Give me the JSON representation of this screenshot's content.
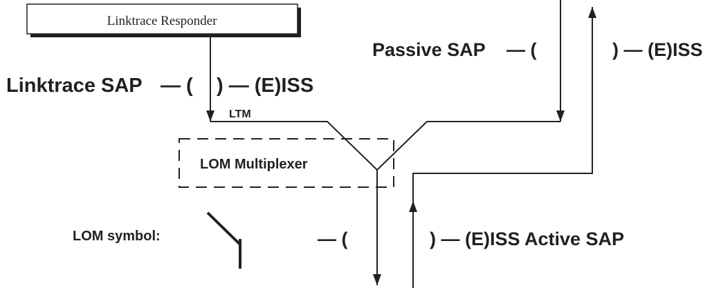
{
  "responder": {
    "label": "Linktrace Responder"
  },
  "passive": {
    "name": "Passive SAP",
    "open": "— (",
    "close": ") — (E)ISS"
  },
  "linktrace": {
    "name": "Linktrace SAP",
    "open": "— (",
    "close": ") — (E)ISS"
  },
  "ltm": {
    "label": "LTM"
  },
  "multiplexer": {
    "label": "LOM Multiplexer"
  },
  "legend": {
    "label": "LOM symbol:"
  },
  "active": {
    "open": "— (",
    "close": ") — (E)ISS Active SAP"
  },
  "colors": {
    "ink": "#231f20",
    "background": "#ffffff"
  }
}
